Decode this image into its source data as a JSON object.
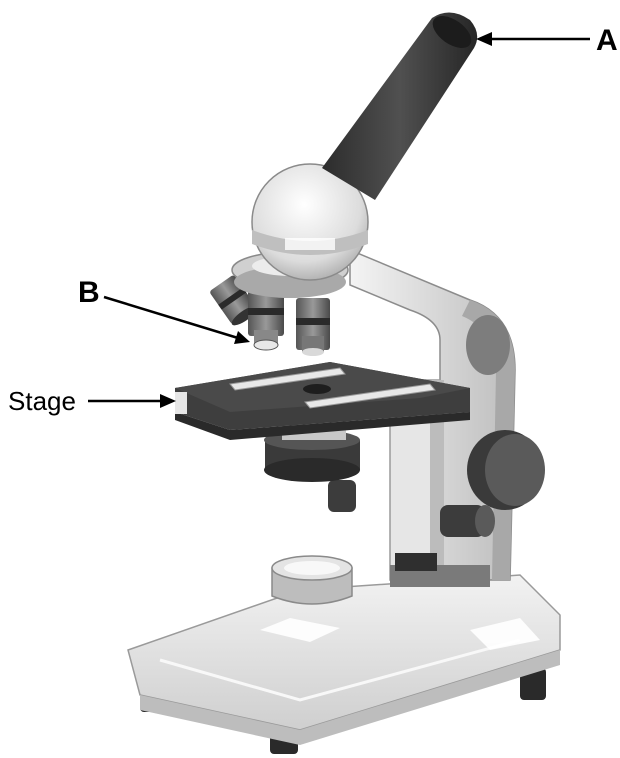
{
  "diagram": {
    "subject": "microscope",
    "labels": {
      "a": "A",
      "b": "B",
      "stage": "Stage"
    },
    "colors": {
      "dark": "#3a3a3a",
      "darker": "#2a2a2a",
      "mid": "#8a8a8a",
      "light": "#d6d6d6",
      "lighter": "#ececec",
      "base": "#e6e6e6"
    }
  }
}
